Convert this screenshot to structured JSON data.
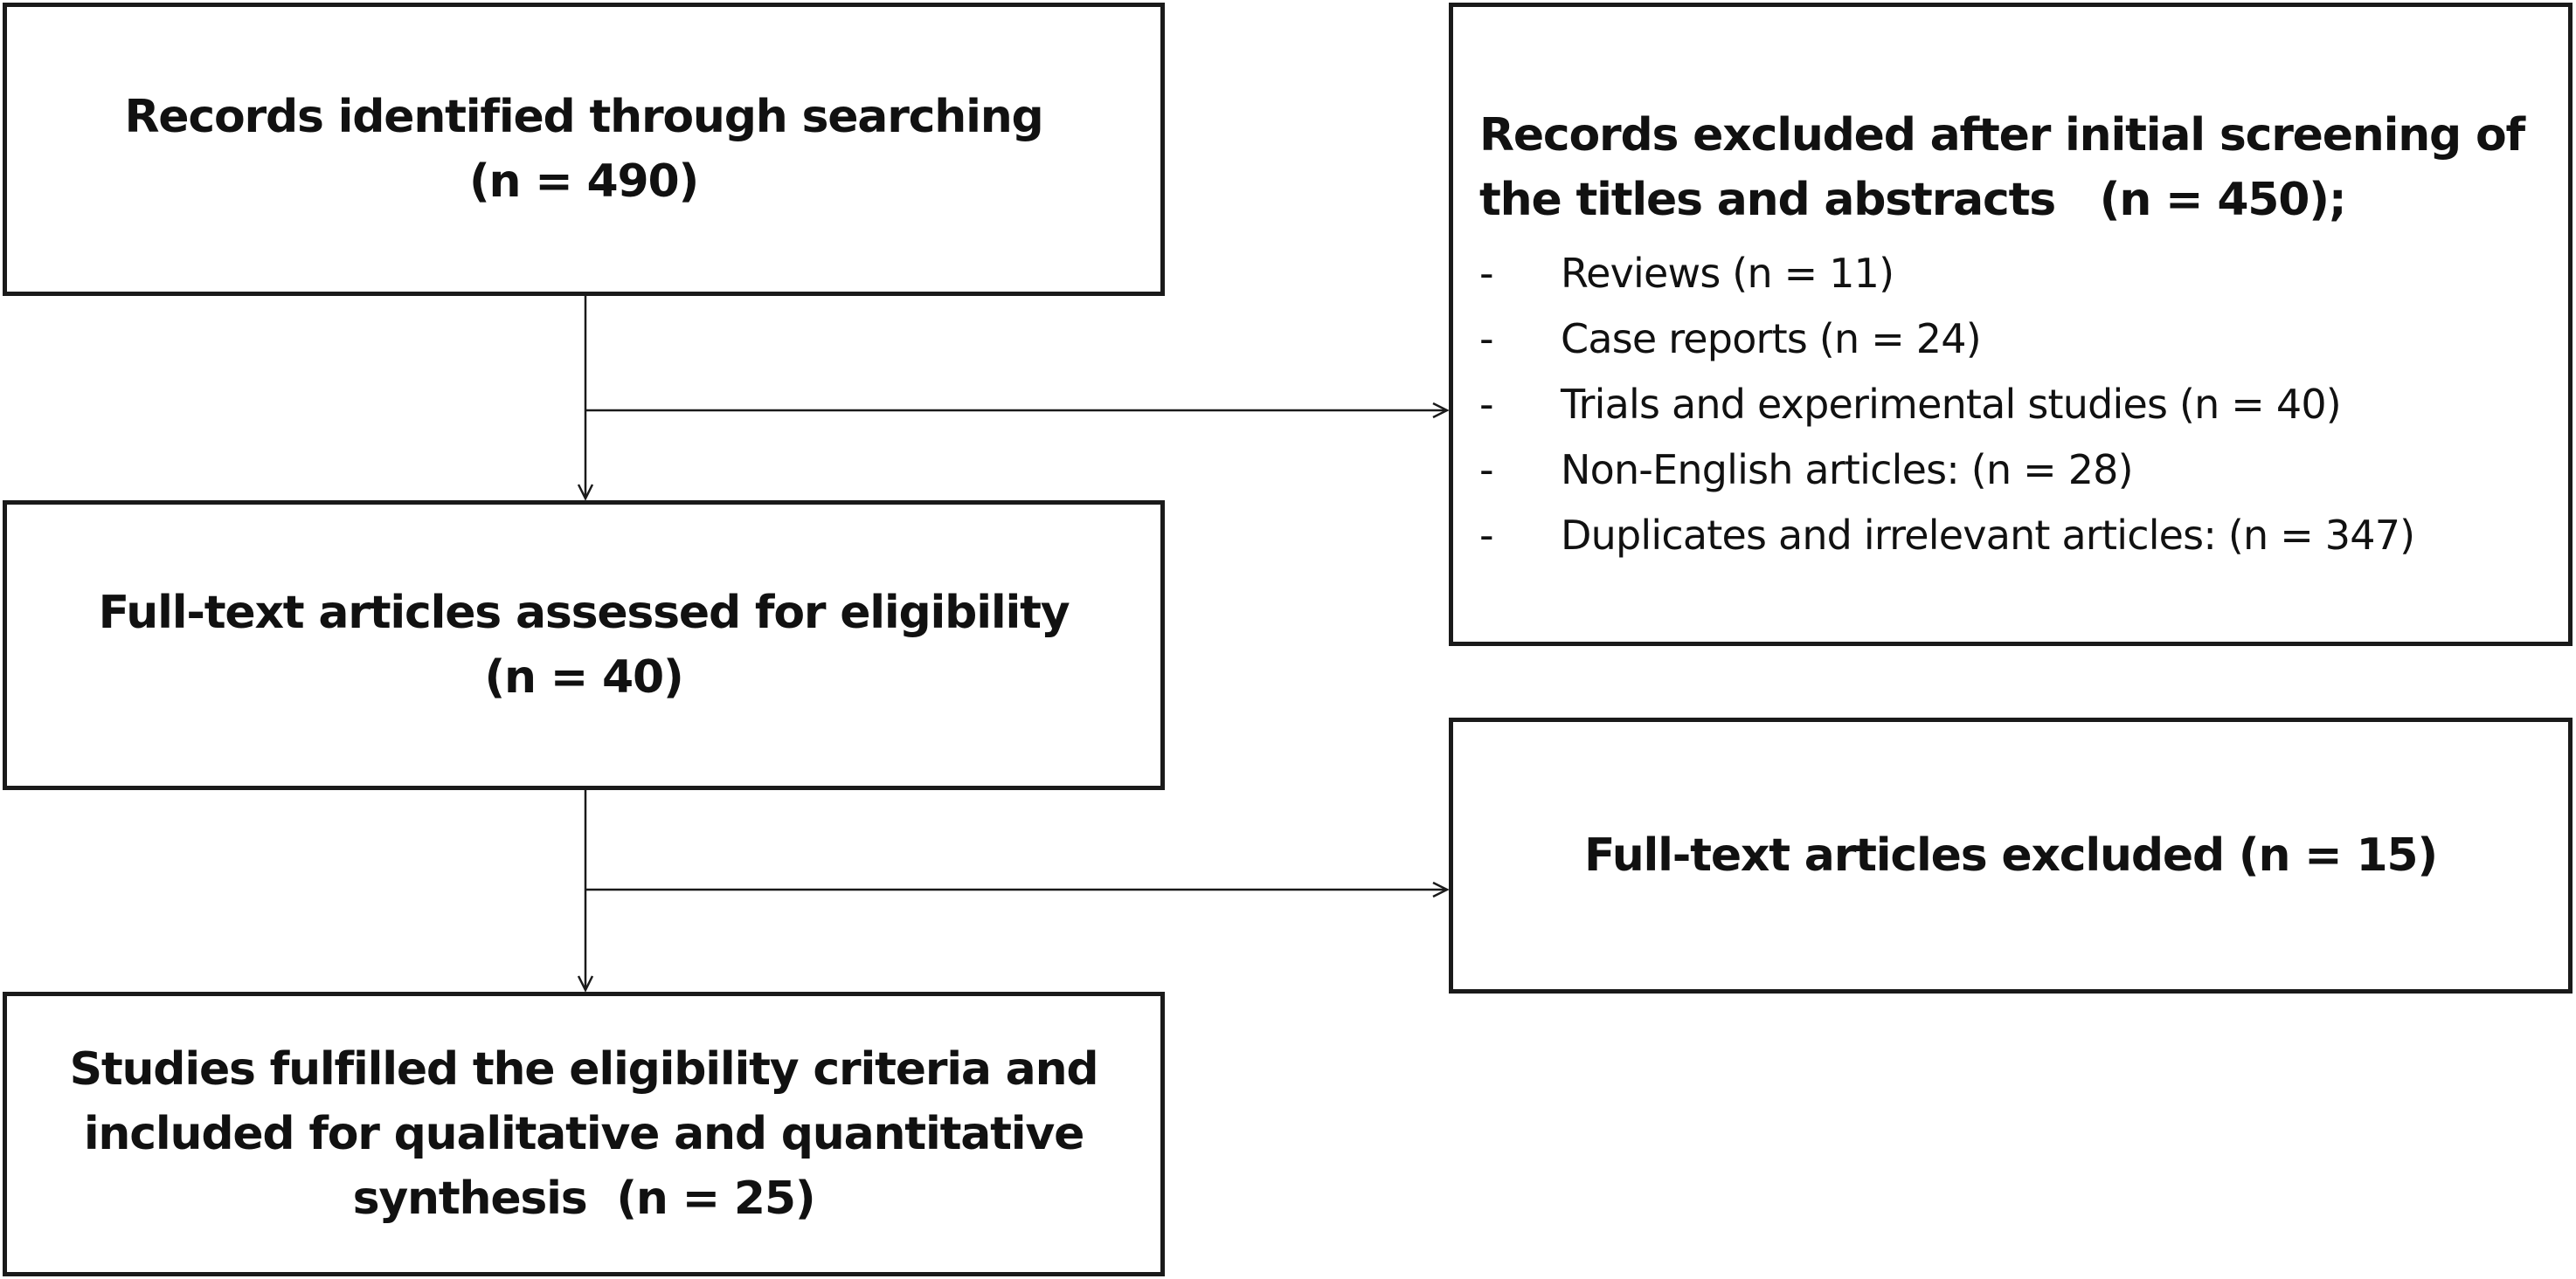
{
  "boxes": {
    "searched": {
      "title": "Records identified through searching",
      "count": "(n = 490)"
    },
    "fulltext": {
      "title": "Full-text articles assessed for eligibility",
      "count": "(n = 40)"
    },
    "included": {
      "lines": [
        "Studies fulfilled the eligibility criteria and",
        "included for qualitative and quantitative",
        "synthesis  (n = 25)"
      ]
    },
    "excluded_initial": {
      "heading_lines": [
        "Records excluded after initial screening of",
        "the titles and abstracts   (n = 450);"
      ],
      "items": [
        {
          "bullet": "-",
          "text": "Reviews (n = 11)"
        },
        {
          "bullet": "-",
          "text": "Case reports (n = 24)"
        },
        {
          "bullet": "-",
          "text": "Trials and experimental studies (n = 40)"
        },
        {
          "bullet": "-",
          "text": "Non-English articles: (n = 28)"
        },
        {
          "bullet": "-",
          "text": "Duplicates and irrelevant articles: (n = 347)"
        }
      ]
    },
    "excluded_fulltext": {
      "title": "Full-text articles excluded (n = 15)"
    }
  },
  "colors": {
    "stroke": "#1a1a1a",
    "background": "#ffffff"
  }
}
